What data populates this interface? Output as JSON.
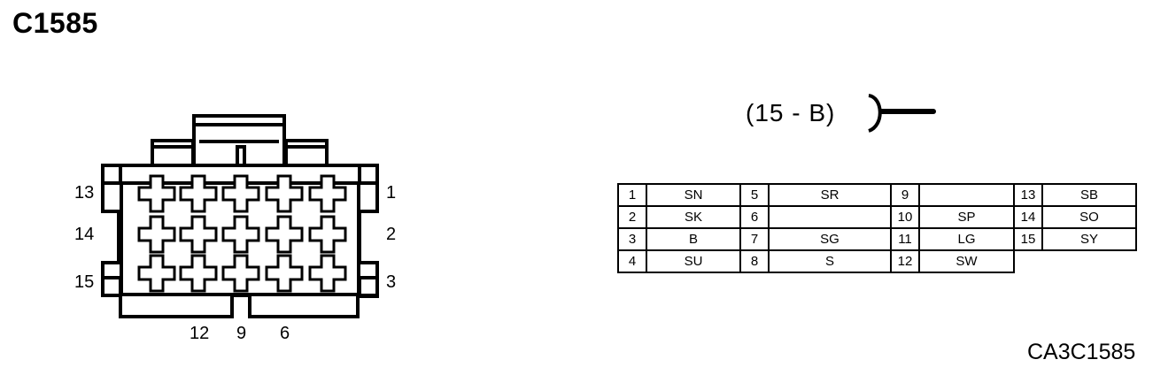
{
  "connector_id": "C1585",
  "diagram_code": "CA3C1585",
  "connector_type": "(15 - B)",
  "pin_labels": {
    "p13": "13",
    "p14": "14",
    "p15": "15",
    "p1": "1",
    "p2": "2",
    "p3": "3",
    "p12": "12",
    "p9": "9",
    "p6": "6"
  },
  "pin_table": {
    "rows": [
      [
        {
          "pin": "1",
          "color": "SN"
        },
        {
          "pin": "5",
          "color": "SR"
        },
        {
          "pin": "9",
          "color": ""
        },
        {
          "pin": "13",
          "color": "SB"
        }
      ],
      [
        {
          "pin": "2",
          "color": "SK"
        },
        {
          "pin": "6",
          "color": ""
        },
        {
          "pin": "10",
          "color": "SP"
        },
        {
          "pin": "14",
          "color": "SO"
        }
      ],
      [
        {
          "pin": "3",
          "color": "B"
        },
        {
          "pin": "7",
          "color": "SG"
        },
        {
          "pin": "11",
          "color": "LG"
        },
        {
          "pin": "15",
          "color": "SY"
        }
      ],
      [
        {
          "pin": "4",
          "color": "SU"
        },
        {
          "pin": "8",
          "color": "S"
        },
        {
          "pin": "12",
          "color": "SW"
        }
      ]
    ]
  },
  "icons": {
    "connector_symbol": "female-terminal-icon",
    "connector_face": "connector-face-icon"
  }
}
